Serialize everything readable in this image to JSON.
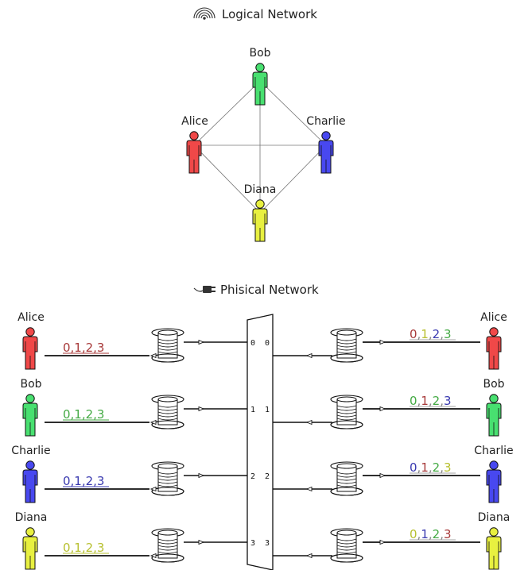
{
  "logical": {
    "title": "Logical Network",
    "icon": "wifi-signal-icon",
    "nodes": [
      {
        "name": "Alice",
        "color": "#f04848"
      },
      {
        "name": "Bob",
        "color": "#48e070"
      },
      {
        "name": "Charlie",
        "color": "#4848f0"
      },
      {
        "name": "Diana",
        "color": "#e8f040"
      }
    ]
  },
  "physical": {
    "title": "Phisical Network",
    "icon": "network-plug-icon",
    "left": [
      {
        "name": "Alice",
        "color": "#f04848",
        "seq": "0,1,2,3",
        "seq_color": "#a83a3a"
      },
      {
        "name": "Bob",
        "color": "#48e070",
        "seq": "0,1,2,3",
        "seq_color": "#44aa44"
      },
      {
        "name": "Charlie",
        "color": "#4848f0",
        "seq": "0,1,2,3",
        "seq_color": "#3a3ab0"
      },
      {
        "name": "Diana",
        "color": "#e8f040",
        "seq": "0,1,2,3",
        "seq_color": "#b8c030"
      }
    ],
    "right": [
      {
        "name": "Alice",
        "color": "#f04848",
        "digits": [
          "0",
          ",",
          "1",
          ",",
          "2",
          ",",
          "3"
        ],
        "digit_colors": [
          "#a83a3a",
          "#888",
          "#b8c030",
          "#888",
          "#3a3ab0",
          "#888",
          "#44aa44"
        ]
      },
      {
        "name": "Bob",
        "color": "#48e070",
        "digits": [
          "0",
          ",",
          "1",
          ",",
          "2",
          ",",
          "3"
        ],
        "digit_colors": [
          "#44aa44",
          "#888",
          "#a83a3a",
          "#888",
          "#44aa44",
          "#888",
          "#3a3ab0"
        ]
      },
      {
        "name": "Charlie",
        "color": "#4848f0",
        "digits": [
          "0",
          ",",
          "1",
          ",",
          "2",
          ",",
          "3"
        ],
        "digit_colors": [
          "#3a3ab0",
          "#888",
          "#a83a3a",
          "#888",
          "#44aa44",
          "#888",
          "#b8c030"
        ]
      },
      {
        "name": "Diana",
        "color": "#e8f040",
        "digits": [
          "0",
          ",",
          "1",
          ",",
          "2",
          ",",
          "3"
        ],
        "digit_colors": [
          "#b8c030",
          "#888",
          "#3a3ab0",
          "#888",
          "#44aa44",
          "#888",
          "#a83a3a"
        ]
      }
    ],
    "switch_in": [
      "0",
      "1",
      "2",
      "3"
    ],
    "switch_out": [
      "0",
      "1",
      "2",
      "3"
    ]
  }
}
